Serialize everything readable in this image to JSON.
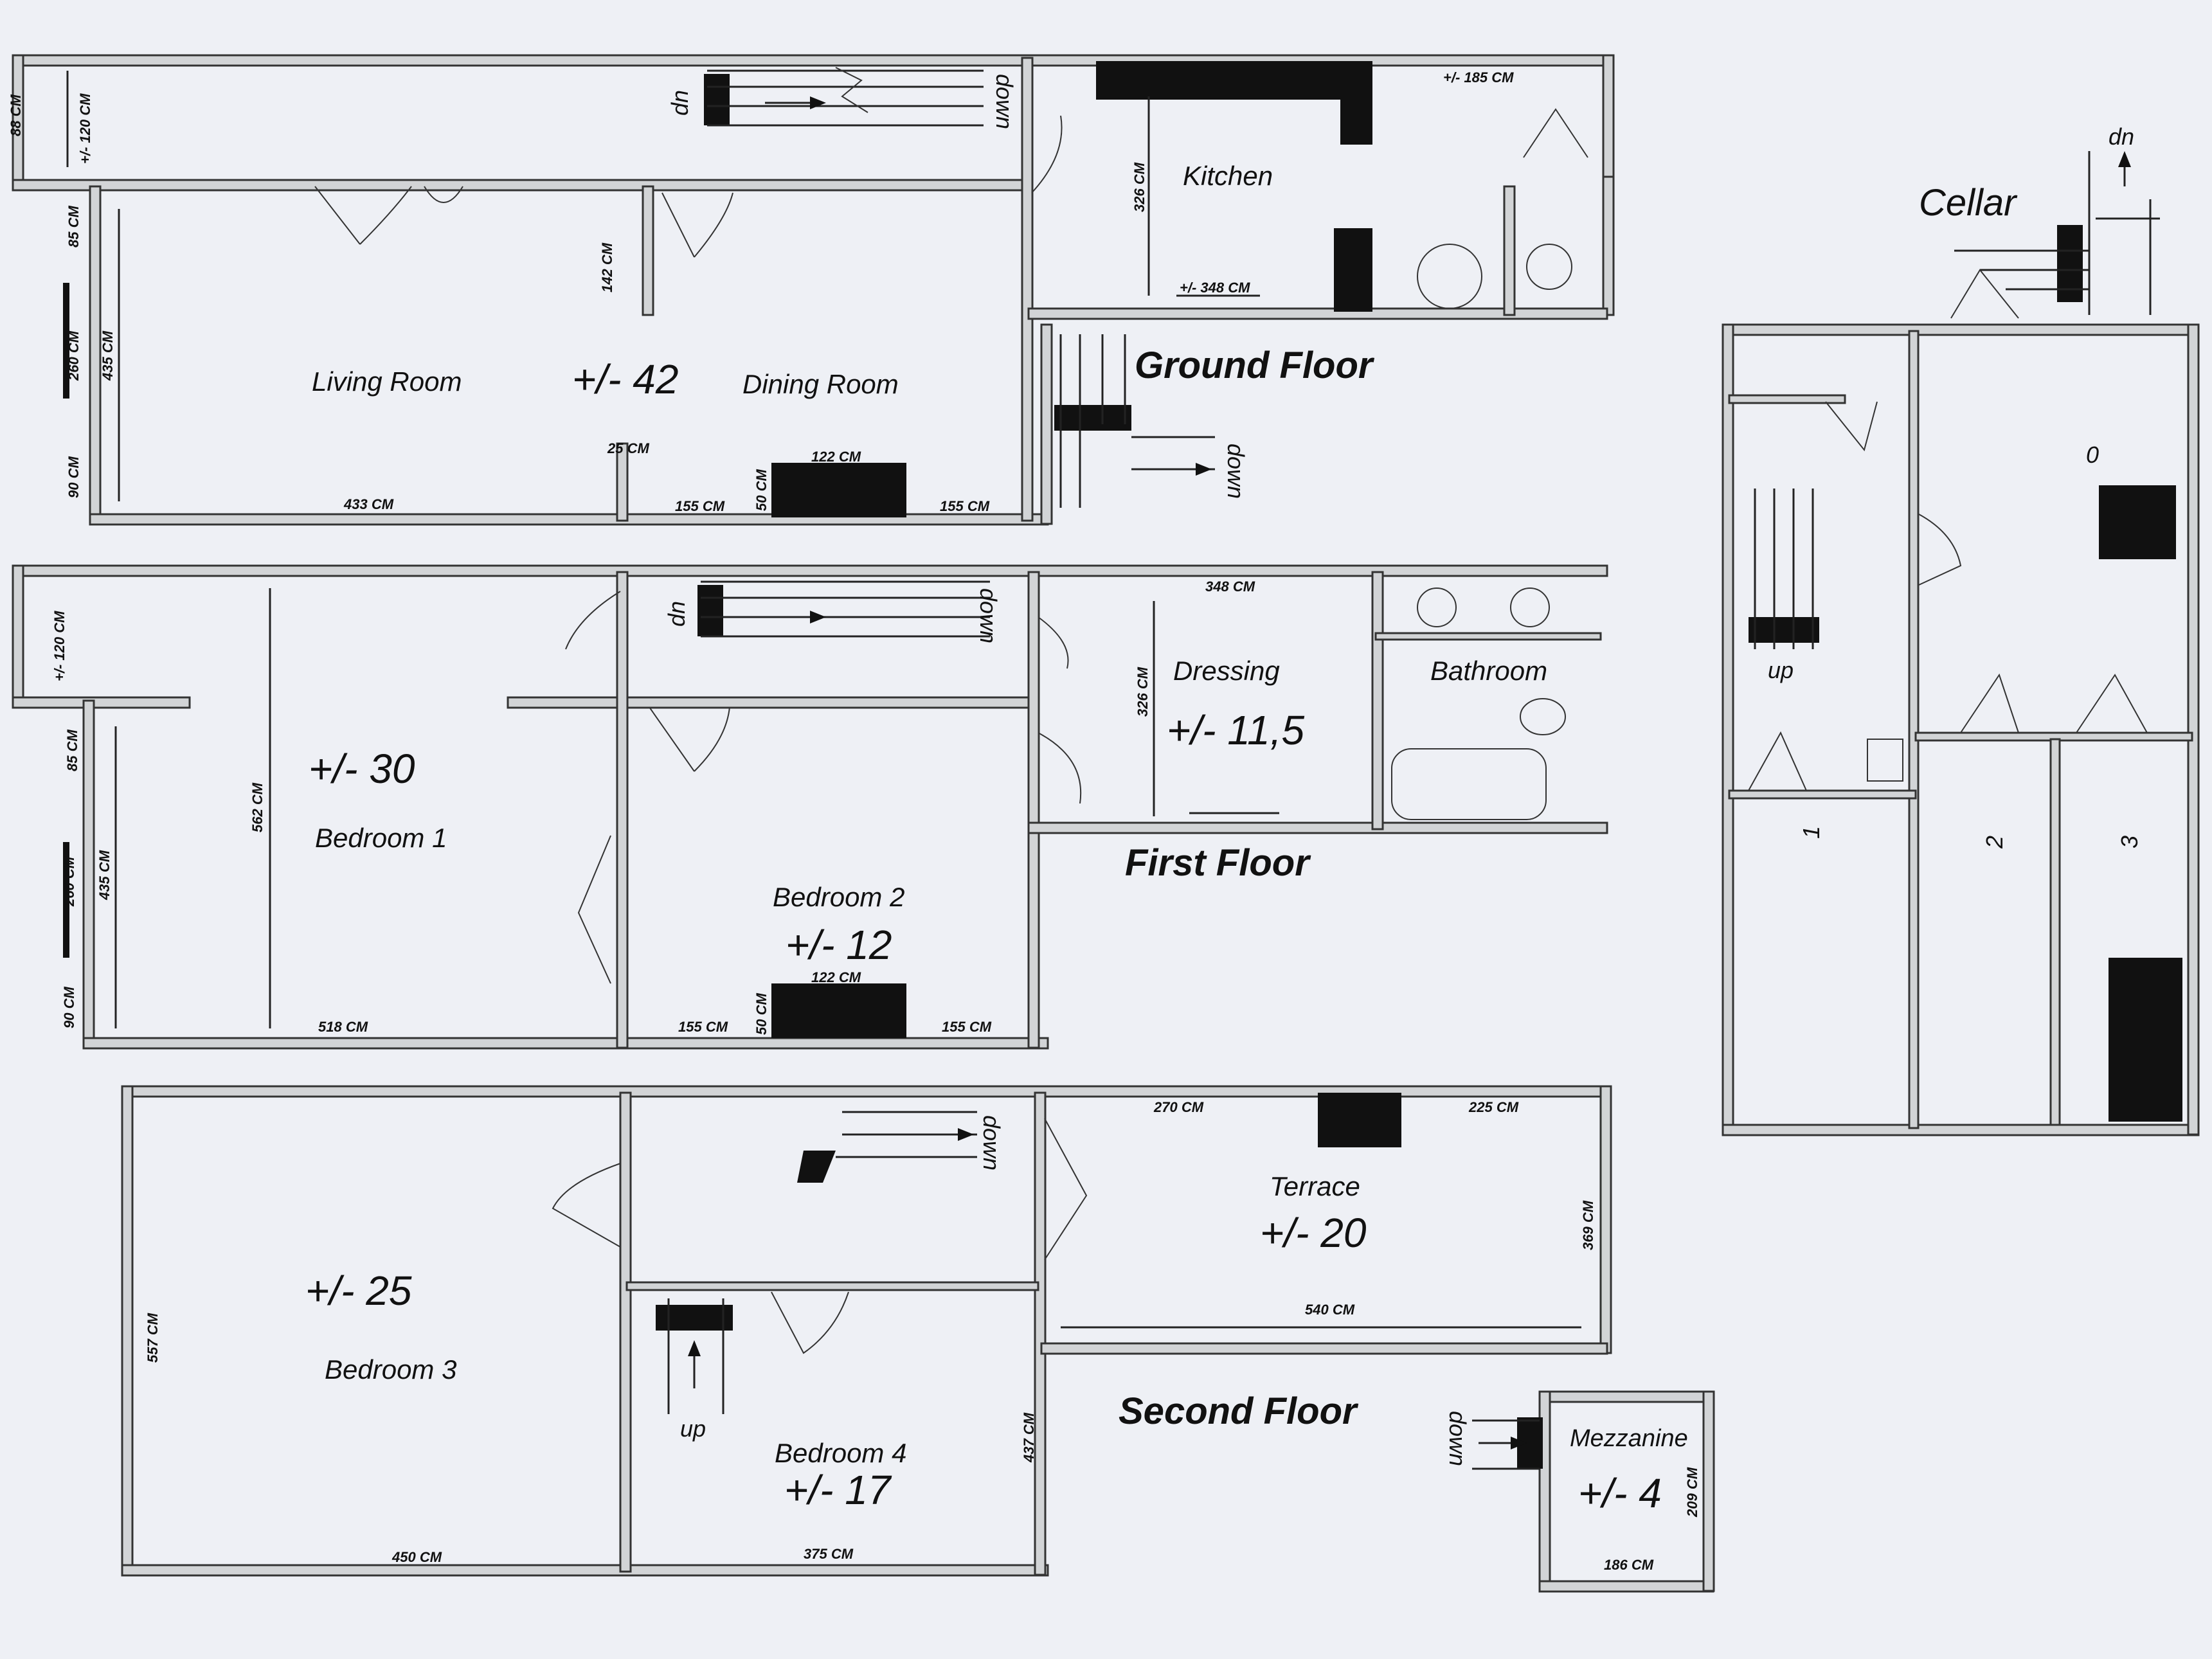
{
  "floors": {
    "ground": "Ground Floor",
    "first": "First Floor",
    "second": "Second Floor",
    "cellar": "Cellar",
    "mezzanine": "Mezzanine"
  },
  "rooms": {
    "living_room": "Living  Room",
    "dining_room": "Dining  Room",
    "kitchen": "Kitchen",
    "bedroom1": "Bedroom 1",
    "bedroom2": "Bedroom 2",
    "dressing": "Dressing",
    "bathroom": "Bathroom",
    "bedroom3": "Bedroom 3",
    "bedroom4": "Bedroom 4",
    "terrace": "Terrace"
  },
  "areas": {
    "ground_living": "+/- 42",
    "bedroom1": "+/- 30",
    "bedroom2": "+/- 12",
    "dressing": "+/- 11,5",
    "bedroom3": "+/- 25",
    "bedroom4": "+/- 17",
    "terrace": "+/- 20",
    "mezzanine": "+/- 4"
  },
  "dimensions": {
    "g_88": "88 CM",
    "g_120": "+/- 120 CM",
    "g_85": "85 CM",
    "g_260": "260 CM",
    "g_435": "435 CM",
    "g_90": "90 CM",
    "g_433": "433 CM",
    "g_142": "142 CM",
    "g_25": "25 CM",
    "g_155a": "155 CM",
    "g_50": "50 CM",
    "g_122": "122 CM",
    "g_155b": "155 CM",
    "g_326": "326 CM",
    "g_348": "+/- 348 CM",
    "g_185": "+/- 185 CM",
    "f_120": "+/- 120 CM",
    "f_85": "85 CM",
    "f_260": "260 CM",
    "f_435": "435 CM",
    "f_90": "90 CM",
    "f_562": "562 CM",
    "f_518": "518 CM",
    "f_155a": "155 CM",
    "f_50": "50 CM",
    "f_122": "122 CM",
    "f_155b": "155 CM",
    "f_348": "348 CM",
    "f_326": "326 CM",
    "s_557": "557 CM",
    "s_450": "450 CM",
    "s_375": "375 CM",
    "s_437": "437 CM",
    "s_270": "270 CM",
    "s_225": "225 CM",
    "s_369": "369 CM",
    "s_540": "540 CM",
    "m_209": "209 CM",
    "m_186": "186 CM"
  },
  "stairs": {
    "dn": "dn",
    "down": "down",
    "up": "up"
  },
  "cellar_numbers": [
    "0",
    "1",
    "2",
    "3"
  ]
}
